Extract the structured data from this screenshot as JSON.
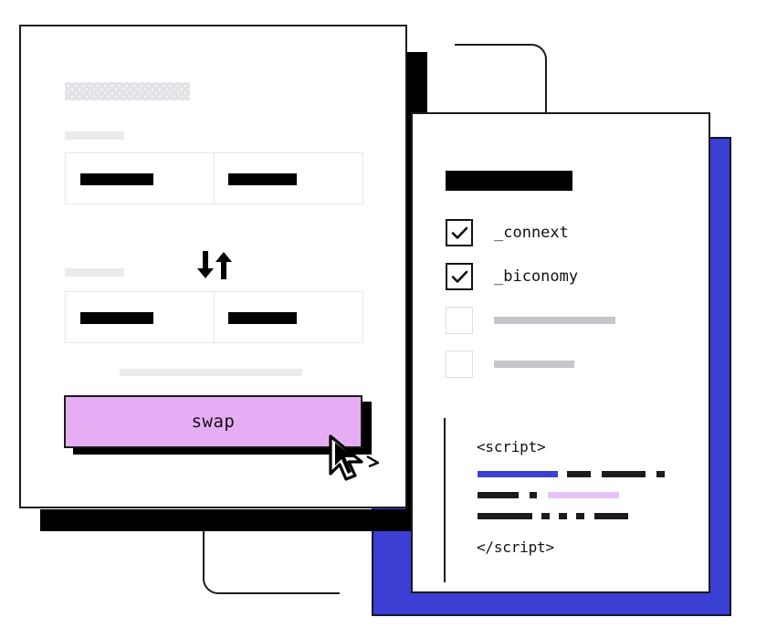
{
  "illustration": {
    "title": "swap-widget-and-integrations-illustration",
    "colors": {
      "ink": "#1b1b1b",
      "shadow_black": "#000000",
      "shadow_blue": "#3b3fd4",
      "accent_purple": "#e7adf4",
      "accent_purple_light": "#e8c3f7",
      "placeholder_gray": "#e3e5e8",
      "placeholder_gray_dark": "#c4c6c9",
      "field_border": "#e6e7e9",
      "page_background": "#ffffff"
    }
  },
  "swap_card": {
    "name": "swap-card",
    "heading_placeholder": "",
    "from_label_placeholder": "",
    "to_label_placeholder": "",
    "footer_placeholder": "",
    "swap_arrows_icon": "down-up-arrows-icon",
    "from_field": {
      "amount_placeholder": "",
      "token_placeholder": ""
    },
    "to_field": {
      "amount_placeholder": "",
      "token_placeholder": ""
    },
    "swap_button_label": "swap",
    "cursor_icon": "mouse-pointer-cursor-icon"
  },
  "integrations_card": {
    "name": "integrations-card",
    "title_placeholder": "",
    "options": [
      {
        "label": "_connext",
        "checked": true,
        "type": "text"
      },
      {
        "label": "_biconomy",
        "checked": true,
        "type": "text"
      },
      {
        "label": "",
        "checked": false,
        "type": "placeholder",
        "width": 133
      },
      {
        "label": "",
        "checked": false,
        "type": "placeholder",
        "width": 88
      }
    ],
    "check_icon": "checkmark-icon",
    "code_block": {
      "open_tag": "<script>",
      "close_tag": "</script>",
      "lines": [
        [
          {
            "w": 88,
            "color": "#3b3fd4"
          },
          {
            "w": 10,
            "color": "transparent"
          },
          {
            "w": 26,
            "color": "#1b1b1b"
          },
          {
            "w": 12,
            "color": "transparent"
          },
          {
            "w": 48,
            "color": "#1b1b1b"
          },
          {
            "w": 12,
            "color": "transparent"
          },
          {
            "w": 9,
            "color": "#1b1b1b"
          }
        ],
        [
          {
            "w": 45,
            "color": "#1b1b1b"
          },
          {
            "w": 12,
            "color": "transparent"
          },
          {
            "w": 8,
            "color": "#1b1b1b"
          },
          {
            "w": 12,
            "color": "transparent"
          },
          {
            "w": 78,
            "color": "#e8c3f7"
          }
        ],
        [
          {
            "w": 60,
            "color": "#1b1b1b"
          },
          {
            "w": 10,
            "color": "transparent"
          },
          {
            "w": 9,
            "color": "#1b1b1b"
          },
          {
            "w": 10,
            "color": "transparent"
          },
          {
            "w": 9,
            "color": "#1b1b1b"
          },
          {
            "w": 10,
            "color": "transparent"
          },
          {
            "w": 9,
            "color": "#1b1b1b"
          },
          {
            "w": 11,
            "color": "transparent"
          },
          {
            "w": 37,
            "color": "#1b1b1b"
          }
        ]
      ]
    }
  },
  "decorations": {
    "top_connector": "rounded-elbow-connector-top",
    "bottom_connector": "rounded-elbow-connector-bottom"
  }
}
